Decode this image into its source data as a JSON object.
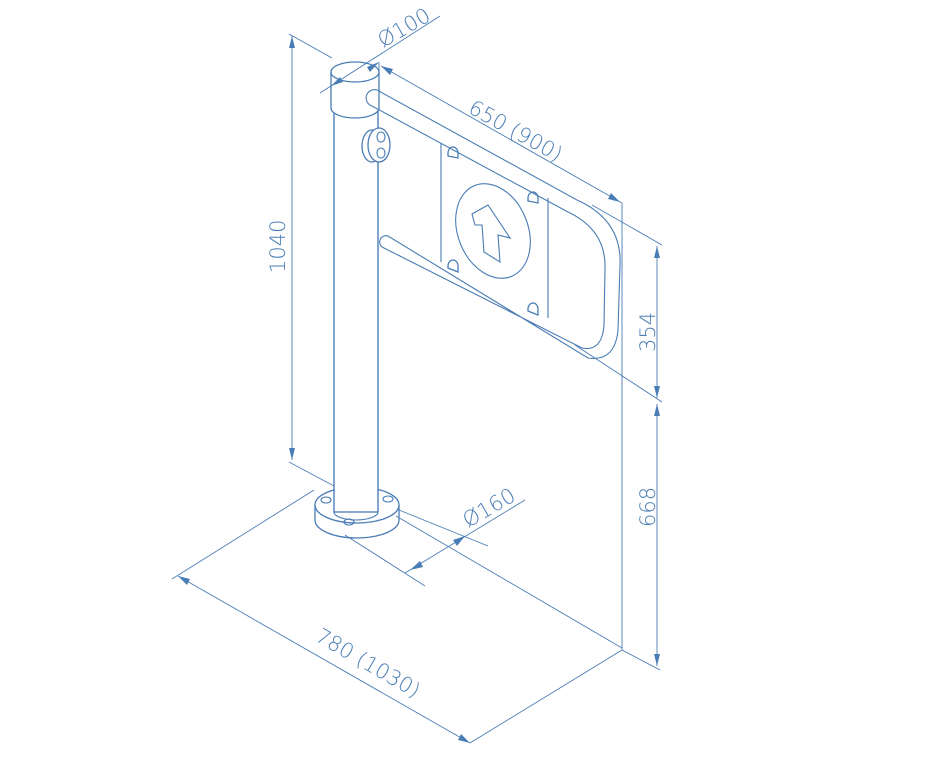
{
  "colors": {
    "line": "#4a7db5",
    "background": "#ffffff"
  },
  "dimensions": {
    "cap_diameter": "Ø100",
    "arm_length": "650 (900)",
    "total_height": "1040",
    "arm_height": "354",
    "arm_floor_clearance": "668",
    "base_diameter": "Ø160",
    "footprint_length": "780 (1030)"
  }
}
